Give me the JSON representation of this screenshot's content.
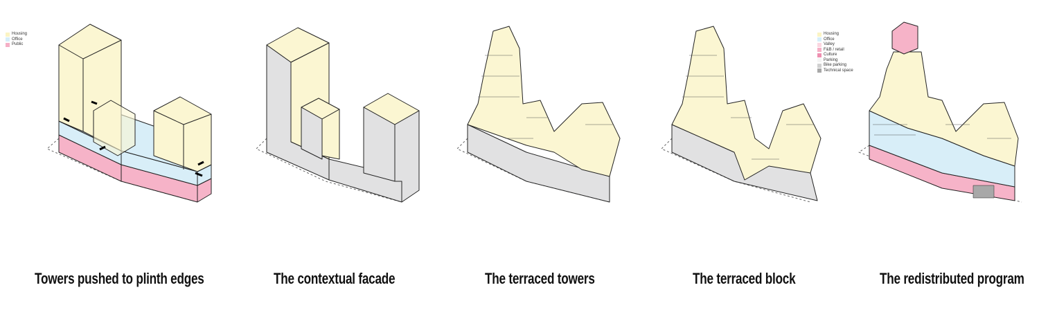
{
  "panels": [
    {
      "caption": "Towers pushed to plinth edges"
    },
    {
      "caption": "The contextual facade"
    },
    {
      "caption": "The terraced towers"
    },
    {
      "caption": "The terraced block"
    },
    {
      "caption": "The redistributed program"
    }
  ],
  "legend_simple": [
    {
      "label": "Housing",
      "color": "#fbf4c4"
    },
    {
      "label": "Office",
      "color": "#d5eef9"
    },
    {
      "label": "Public",
      "color": "#f5afc6"
    }
  ],
  "legend_full": [
    {
      "label": "Housing",
      "color": "#fbf4c4"
    },
    {
      "label": "Office",
      "color": "#d5eef9"
    },
    {
      "label": "Valley",
      "color": "#fbd6e0"
    },
    {
      "label": "F&B / retail",
      "color": "#f5afc6"
    },
    {
      "label": "Culture",
      "color": "#ee8fb0"
    },
    {
      "label": "Parking",
      "color": "#f4f4f4"
    },
    {
      "label": "Bike parking",
      "color": "#d0d0d0"
    },
    {
      "label": "Technical space",
      "color": "#a8a8a8"
    }
  ],
  "colors": {
    "housing": "#fbf6d2",
    "office": "#d8eef8",
    "public": "#f6b3c8",
    "facade": "#e1e1e2",
    "outline": "#222222"
  }
}
